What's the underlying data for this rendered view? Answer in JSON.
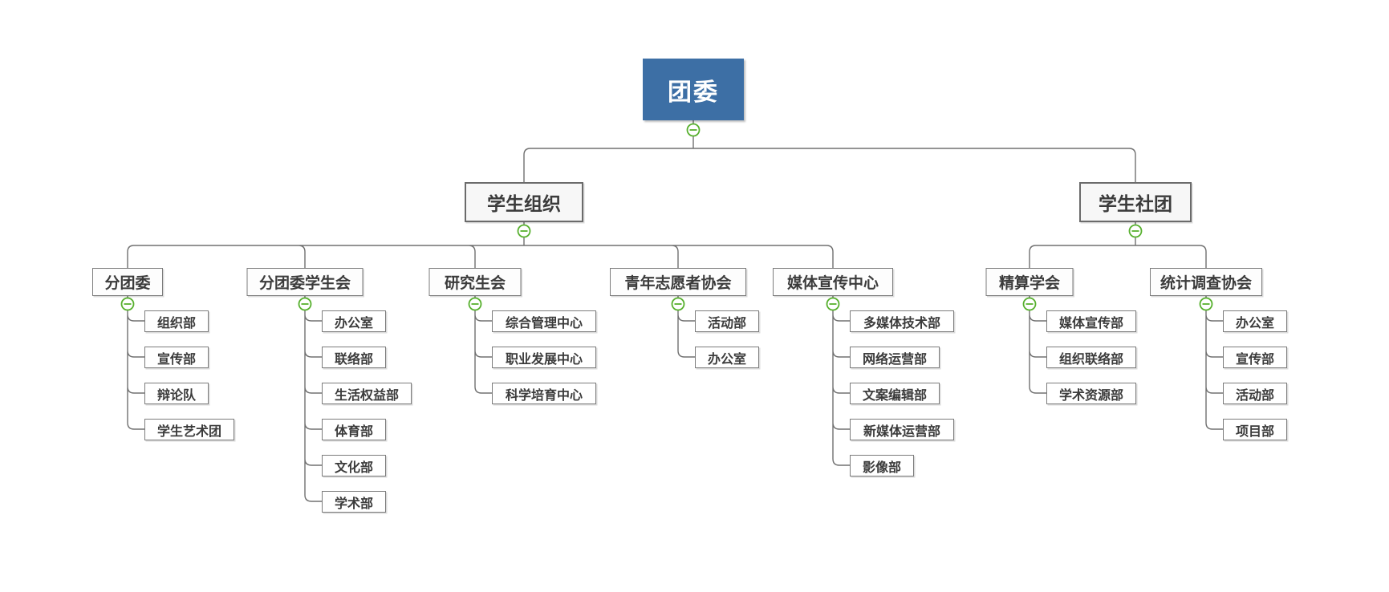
{
  "diagram": {
    "type": "org-chart-mindmap",
    "root": {
      "label": "团委"
    },
    "branches": [
      {
        "label": "学生组织",
        "children": [
          {
            "label": "分团委",
            "children": [
              {
                "label": "组织部"
              },
              {
                "label": "宣传部"
              },
              {
                "label": "辩论队"
              },
              {
                "label": "学生艺术团"
              }
            ]
          },
          {
            "label": "分团委学生会",
            "children": [
              {
                "label": "办公室"
              },
              {
                "label": "联络部"
              },
              {
                "label": "生活权益部"
              },
              {
                "label": "体育部"
              },
              {
                "label": "文化部"
              },
              {
                "label": "学术部"
              }
            ]
          },
          {
            "label": "研究生会",
            "children": [
              {
                "label": "综合管理中心"
              },
              {
                "label": "职业发展中心"
              },
              {
                "label": "科学培育中心"
              }
            ]
          },
          {
            "label": "青年志愿者协会",
            "children": [
              {
                "label": "活动部"
              },
              {
                "label": "办公室"
              }
            ]
          },
          {
            "label": "媒体宣传中心",
            "children": [
              {
                "label": "多媒体技术部"
              },
              {
                "label": "网络运营部"
              },
              {
                "label": "文案编辑部"
              },
              {
                "label": "新媒体运营部"
              },
              {
                "label": "影像部"
              }
            ]
          }
        ]
      },
      {
        "label": "学生社团",
        "children": [
          {
            "label": "精算学会",
            "children": [
              {
                "label": "媒体宣传部"
              },
              {
                "label": "组织联络部"
              },
              {
                "label": "学术资源部"
              }
            ]
          },
          {
            "label": "统计调查协会",
            "children": [
              {
                "label": "办公室"
              },
              {
                "label": "宣传部"
              },
              {
                "label": "活动部"
              },
              {
                "label": "项目部"
              }
            ]
          }
        ]
      }
    ],
    "icons": {
      "collapse": "minus-circle-icon"
    },
    "colors": {
      "root_bg": "#3d6fa5",
      "root_text": "#ffffff",
      "box_border": "#7c7c7c",
      "line": "#707070",
      "collapse_green": "#57b02e"
    }
  }
}
